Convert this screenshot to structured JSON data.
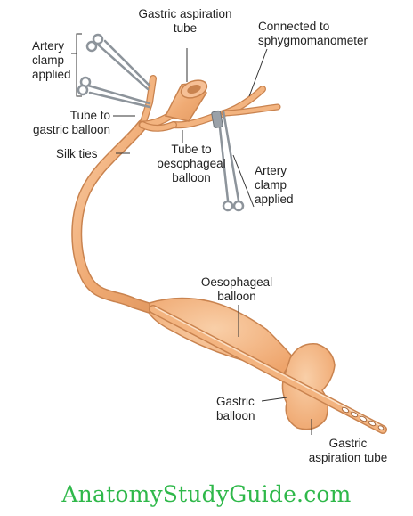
{
  "labels": {
    "gastric_aspiration_tube_top": "Gastric aspiration\ntube",
    "connected_to_sphygmomanometer": "Connected to\nsphygmomanometer",
    "artery_clamp_applied_left": "Artery\nclamp\napplied",
    "tube_to_gastric_balloon": "Tube to\ngastric balloon",
    "silk_ties": "Silk ties",
    "tube_to_oesophageal_balloon": "Tube to\noesophageal\nballoon",
    "artery_clamp_applied_right": "Artery\nclamp\napplied",
    "oesophageal_balloon": "Oesophageal\nballoon",
    "gastric_balloon": "Gastric\nballoon",
    "gastric_aspiration_tube_bottom": "Gastric\naspiration tube"
  },
  "watermark": "AnatomyStudyGuide.com",
  "colors": {
    "tube": "#f3b480",
    "tube_outline": "#c9834f",
    "balloon": "#f4b683",
    "clamp": "#9aa1a8",
    "leader": "#333333",
    "watermark": "#2fb84a"
  }
}
